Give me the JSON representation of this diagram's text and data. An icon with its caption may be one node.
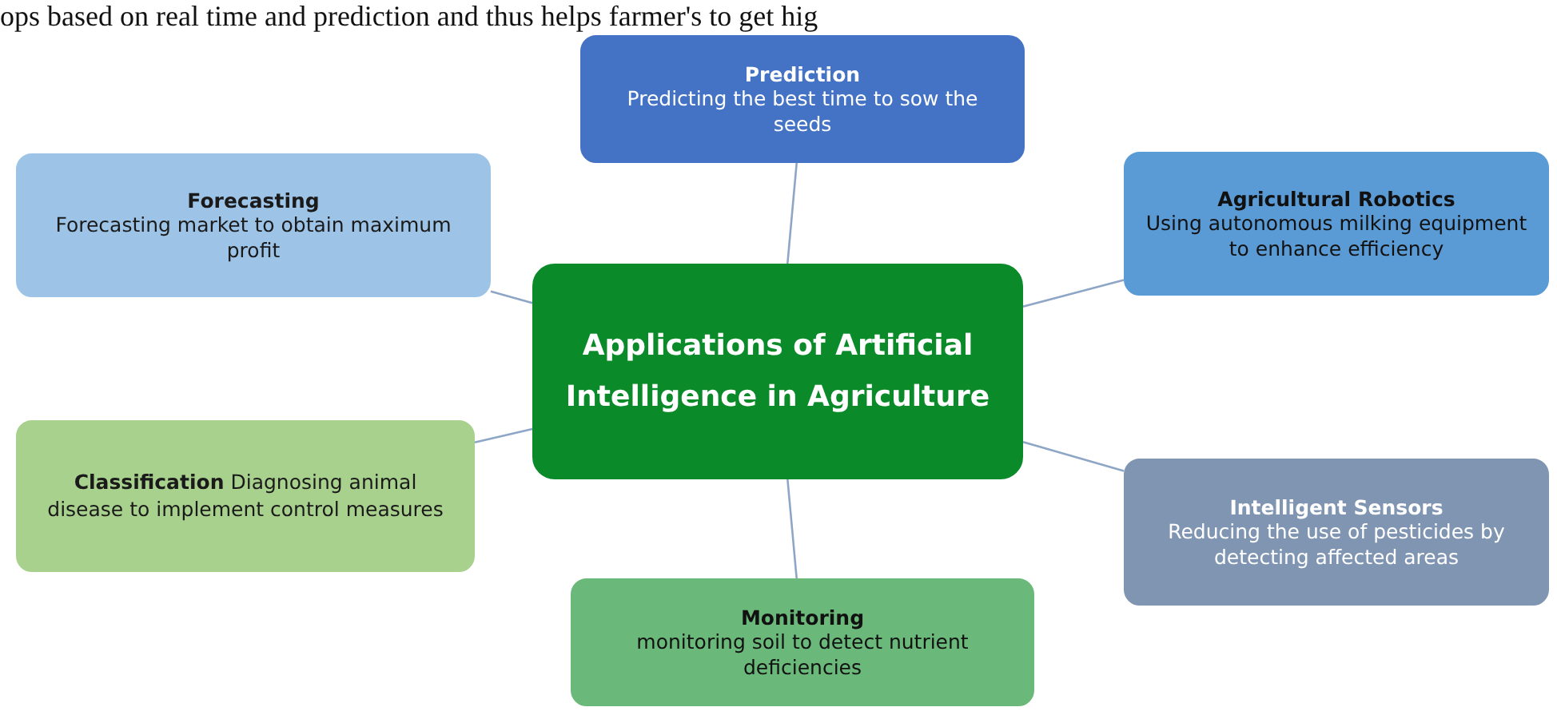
{
  "diagram": {
    "nodes": [
      {
        "text": [
          "Applications of Artificial Intelligence in Agriculture"
        ]
      },
      {
        "text": [
          "Prediction",
          "Predicting the best time to sow the seeds"
        ]
      },
      {
        "text": [
          "Forecasting",
          "Forecasting market to obtain maximum profit"
        ]
      },
      {
        "text": [
          "Agricultural Robotics",
          "Using autonomous milking equipment to enhance efficiency"
        ]
      },
      {
        "text": [
          "Classification",
          "Diagnosing animal disease to implement control measures"
        ]
      },
      {
        "text": [
          "Intelligent Sensors",
          "Reducing the use of pesticides by detecting affected areas"
        ]
      },
      {
        "text": [
          "Monitoring",
          "monitoring soil to detect nutrient deficiencies"
        ]
      }
    ],
    "edges": [
      {
        "from": 0,
        "to": 1,
        "arrow": "none"
      },
      {
        "from": 0,
        "to": 2,
        "arrow": "none"
      },
      {
        "from": 0,
        "to": 3,
        "arrow": "none"
      },
      {
        "from": 0,
        "to": 4,
        "arrow": "none"
      },
      {
        "from": 0,
        "to": 5,
        "arrow": "none"
      },
      {
        "from": 0,
        "to": 6,
        "arrow": "none"
      }
    ],
    "labels": [
      "ops based on real time and prediction and thus helps farmer's to get hig"
    ]
  }
}
